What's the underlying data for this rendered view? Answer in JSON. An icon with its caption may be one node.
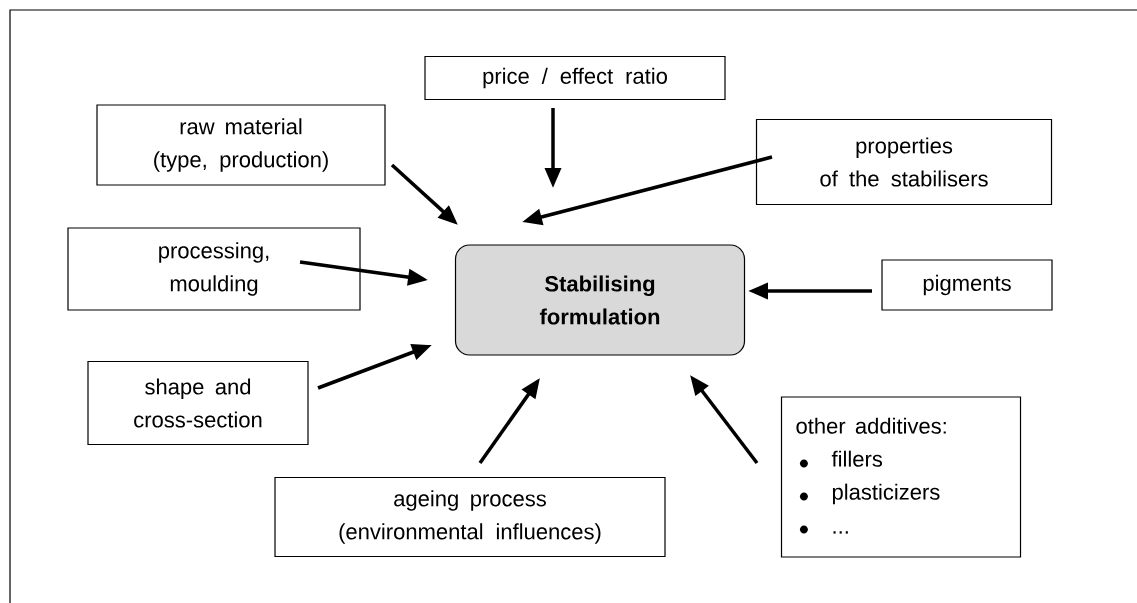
{
  "diagram": {
    "nodes": [
      {
        "text": [
          "price / effect ratio"
        ]
      },
      {
        "text": [
          "raw material (type, production)"
        ]
      },
      {
        "text": [
          "properties of the stabilisers"
        ]
      },
      {
        "text": [
          "processing, moulding"
        ]
      },
      {
        "text": [
          "Stabilising formulation"
        ]
      },
      {
        "text": [
          "pigments"
        ]
      },
      {
        "text": [
          "shape and cross-section"
        ]
      },
      {
        "text": [
          "other additives:",
          "fillers",
          "plasticizers",
          "..."
        ]
      },
      {
        "text": [
          "ageing process (environmental influences)"
        ]
      }
    ],
    "edges": [
      {
        "from": 0,
        "to": 4,
        "arrow": "to"
      },
      {
        "from": 1,
        "to": 4,
        "arrow": "to"
      },
      {
        "from": 2,
        "to": 4,
        "arrow": "to"
      },
      {
        "from": 3,
        "to": 4,
        "arrow": "to"
      },
      {
        "from": 5,
        "to": 4,
        "arrow": "to"
      },
      {
        "from": 6,
        "to": 4,
        "arrow": "to"
      },
      {
        "from": 7,
        "to": 4,
        "arrow": "to"
      },
      {
        "from": 8,
        "to": 4,
        "arrow": "to"
      }
    ]
  }
}
